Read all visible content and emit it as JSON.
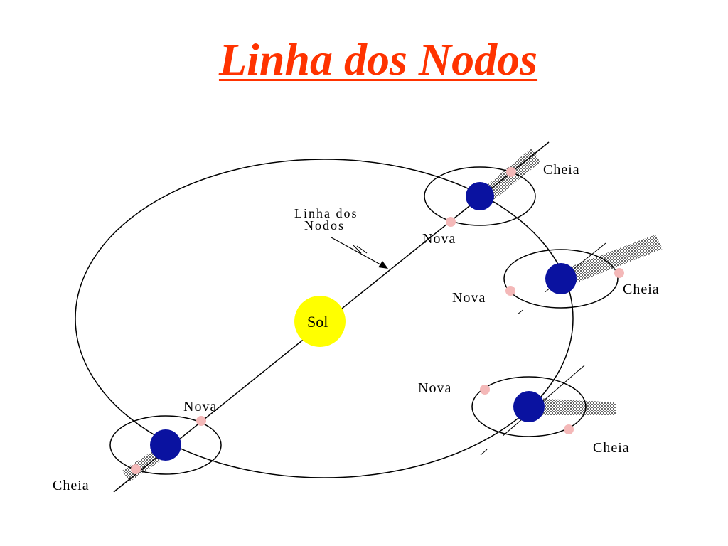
{
  "title": "Linha dos Nodos",
  "labels": {
    "sun": "Sol",
    "line_of_nodes_1": "Linha dos",
    "line_of_nodes_2": "Nodos",
    "top_new": "Nova",
    "top_full": "Cheia",
    "right_new": "Nova",
    "right_full": "Cheia",
    "lower_right_new": "Nova",
    "lower_right_full": "Cheia",
    "lower_left_new": "Nova",
    "lower_left_full": "Cheia"
  },
  "colors": {
    "title": "#ff3300",
    "sun": "#ffff00",
    "earth": "#0a12a0",
    "moon": "#f4b8b8",
    "lines": "#000000"
  }
}
